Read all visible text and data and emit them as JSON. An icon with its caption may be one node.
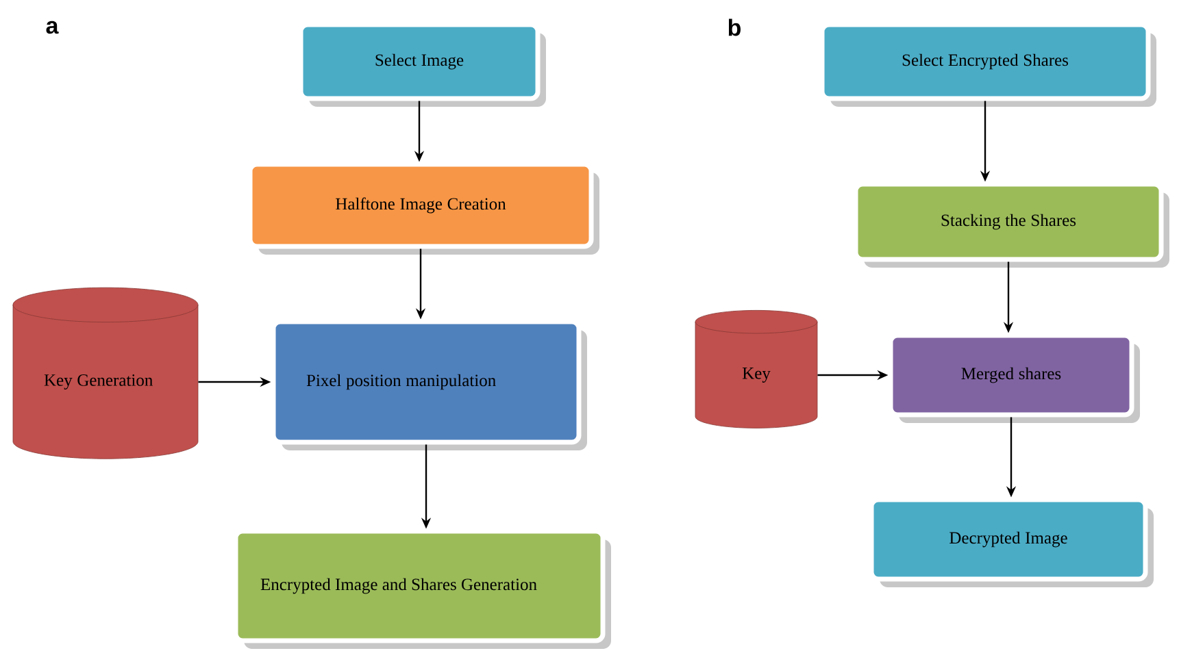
{
  "diagram": {
    "nodes": [
      {
        "text": [
          "Select Image"
        ]
      },
      {
        "text": [
          "Halftone Image Creation"
        ]
      },
      {
        "text": [
          "Key Generation"
        ]
      },
      {
        "text": [
          "Pixel position manipulation"
        ]
      },
      {
        "text": [
          "Encrypted Image and Shares Generation"
        ]
      },
      {
        "text": [
          "Select Encrypted Shares"
        ]
      },
      {
        "text": [
          "Stacking the Shares"
        ]
      },
      {
        "text": [
          "Key"
        ]
      },
      {
        "text": [
          "Merged shares"
        ]
      },
      {
        "text": [
          "Decrypted Image"
        ]
      }
    ],
    "edges": [
      {
        "from": 0,
        "to": 1,
        "arrow": "to"
      },
      {
        "from": 1,
        "to": 3,
        "arrow": "to"
      },
      {
        "from": 2,
        "to": 3,
        "arrow": "to"
      },
      {
        "from": 3,
        "to": 4,
        "arrow": "to"
      },
      {
        "from": 5,
        "to": 6,
        "arrow": "to"
      },
      {
        "from": 6,
        "to": 8,
        "arrow": "to"
      },
      {
        "from": 7,
        "to": 8,
        "arrow": "to"
      },
      {
        "from": 8,
        "to": 9,
        "arrow": "to"
      }
    ],
    "labels": [
      "a",
      "b"
    ]
  }
}
